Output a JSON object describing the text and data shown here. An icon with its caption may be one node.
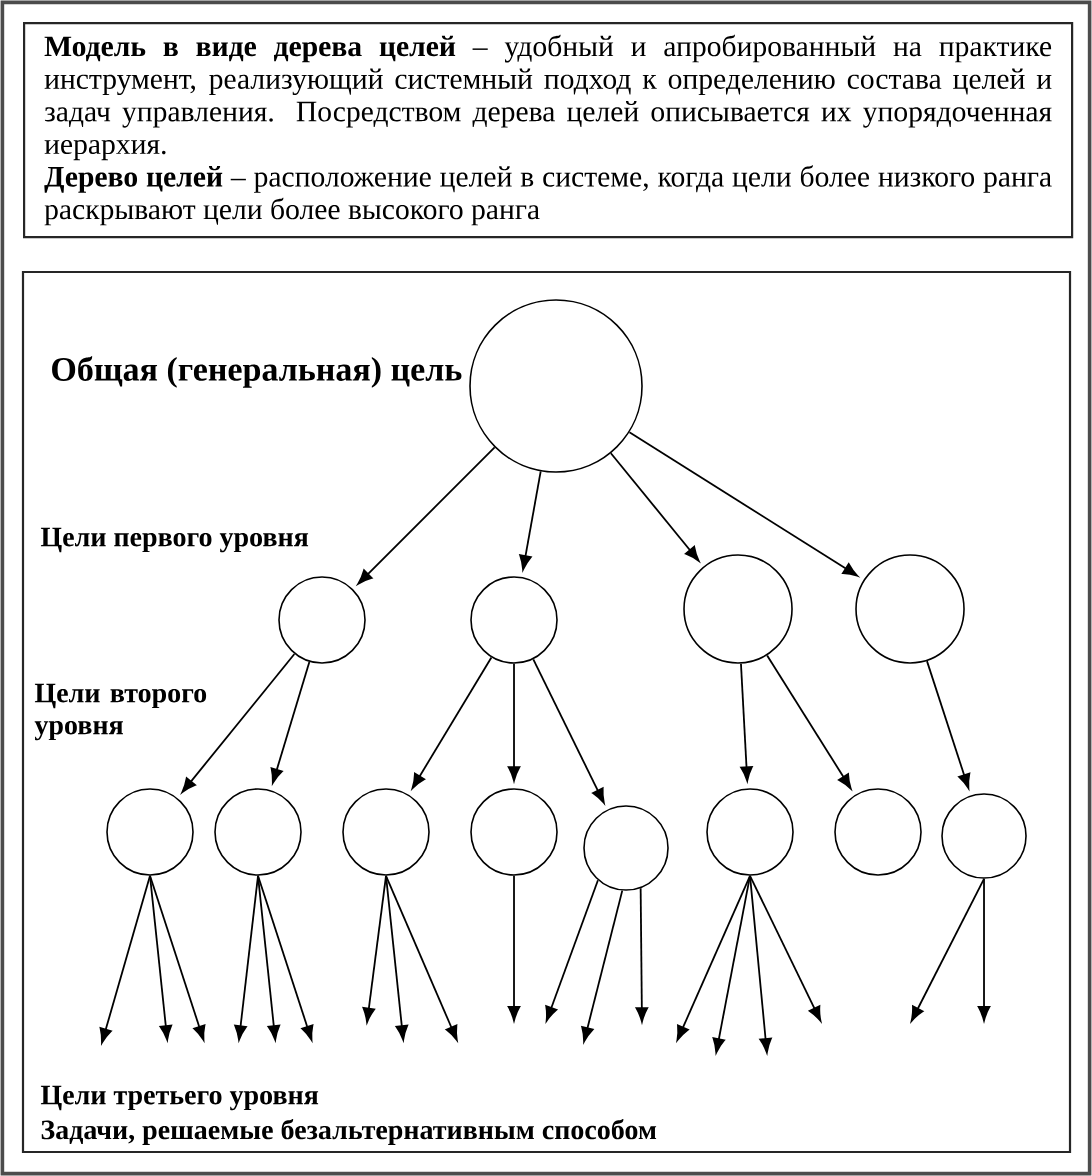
{
  "diagram": {
    "nodes": [
      {
        "text": [
          "**Модель в виде дерева целей** – удобный и апробированный на практике инструмент, реализующий системный подход к определению состава целей и задач управления. Посредством дерева целей описывается их упорядоченная иерархия.",
          "**Дерево целей** – расположение целей в системе, когда цели более низкого ранга раскрывают цели более высокого ранга"
        ]
      },
      {
        "text": [],
        "shape": "circle",
        "beside": [
          "Общая (генеральная) цель"
        ]
      },
      {
        "text": [],
        "shape": "circle"
      },
      {
        "text": [],
        "shape": "circle"
      },
      {
        "text": [],
        "shape": "circle"
      },
      {
        "text": [],
        "shape": "circle"
      },
      {
        "text": [],
        "shape": "circle"
      },
      {
        "text": [],
        "shape": "circle"
      },
      {
        "text": [],
        "shape": "circle"
      },
      {
        "text": [],
        "shape": "circle"
      },
      {
        "text": [],
        "shape": "circle"
      },
      {
        "text": [],
        "shape": "circle"
      },
      {
        "text": [],
        "shape": "circle"
      },
      {
        "text": [],
        "shape": "circle"
      }
    ],
    "edges": [
      {
        "from": 1,
        "to": 2,
        "arrow": "to"
      },
      {
        "from": 1,
        "to": 3,
        "arrow": "to"
      },
      {
        "from": 1,
        "to": 4,
        "arrow": "to"
      },
      {
        "from": 1,
        "to": 5,
        "arrow": "to"
      },
      {
        "from": 2,
        "to": 6,
        "arrow": "to"
      },
      {
        "from": 2,
        "to": 7,
        "arrow": "to"
      },
      {
        "from": 3,
        "to": 8,
        "arrow": "to"
      },
      {
        "from": 3,
        "to": 9,
        "arrow": "to"
      },
      {
        "from": 3,
        "to": 10,
        "arrow": "to"
      },
      {
        "from": 4,
        "to": 11,
        "arrow": "to"
      },
      {
        "from": 4,
        "to": 12,
        "arrow": "to"
      },
      {
        "from": 5,
        "to": 13,
        "arrow": "to"
      },
      {
        "from": 6,
        "to": null,
        "arrow": "to"
      },
      {
        "from": 6,
        "to": null,
        "arrow": "to"
      },
      {
        "from": 6,
        "to": null,
        "arrow": "to"
      },
      {
        "from": 7,
        "to": null,
        "arrow": "to"
      },
      {
        "from": 7,
        "to": null,
        "arrow": "to"
      },
      {
        "from": 7,
        "to": null,
        "arrow": "to"
      },
      {
        "from": 8,
        "to": null,
        "arrow": "to"
      },
      {
        "from": 8,
        "to": null,
        "arrow": "to"
      },
      {
        "from": 8,
        "to": null,
        "arrow": "to"
      },
      {
        "from": 9,
        "to": null,
        "arrow": "to"
      },
      {
        "from": 10,
        "to": null,
        "arrow": "to"
      },
      {
        "from": 10,
        "to": null,
        "arrow": "to"
      },
      {
        "from": 10,
        "to": null,
        "arrow": "to"
      },
      {
        "from": 11,
        "to": null,
        "arrow": "to"
      },
      {
        "from": 11,
        "to": null,
        "arrow": "to"
      },
      {
        "from": 11,
        "to": null,
        "arrow": "to"
      },
      {
        "from": 11,
        "to": null,
        "arrow": "to"
      },
      {
        "from": 13,
        "to": null,
        "arrow": "to"
      },
      {
        "from": 13,
        "to": null,
        "arrow": "to"
      }
    ],
    "labels": [
      "Цели первого уровня",
      "Цели второго уровня",
      "Цели третьего уровня",
      "Задачи, решаемые безальтернативным способом"
    ]
  }
}
